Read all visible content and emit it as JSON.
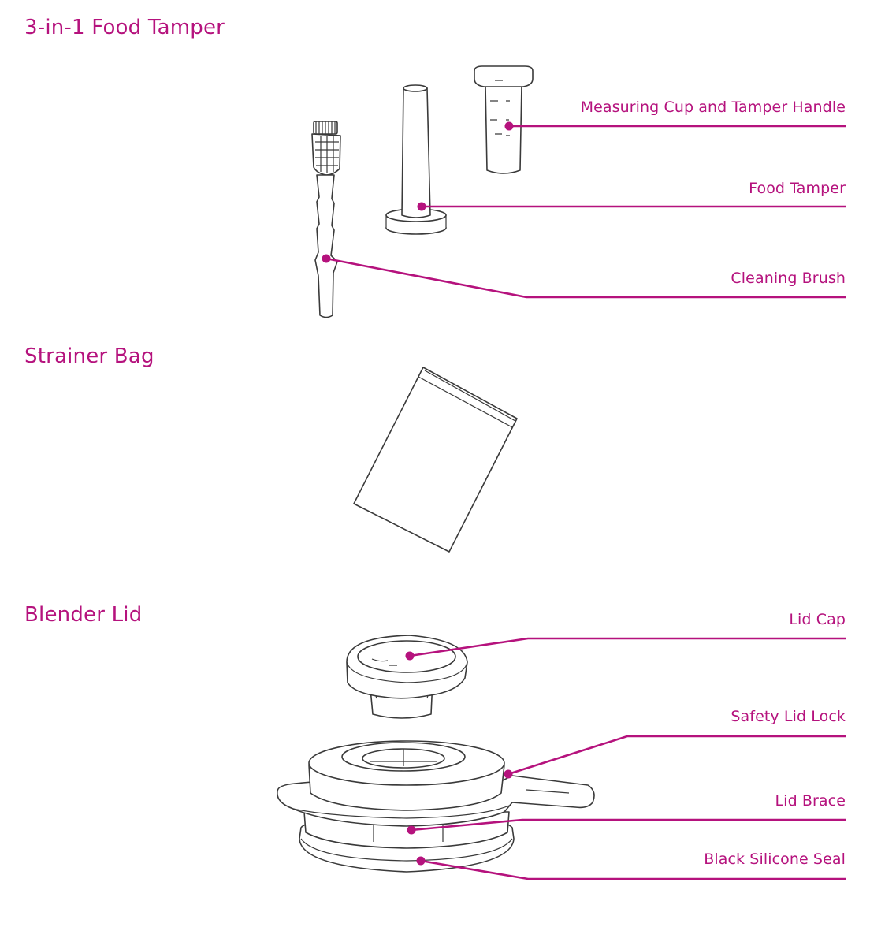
{
  "sections": {
    "food_tamper": "3-in-1 Food Tamper",
    "strainer_bag": "Strainer Bag",
    "blender_lid": "Blender Lid"
  },
  "callouts": {
    "measuring_cup": "Measuring Cup and Tamper Handle",
    "food_tamper": "Food Tamper",
    "cleaning_brush": "Cleaning Brush",
    "lid_cap": "Lid Cap",
    "safety_lid_lock": "Safety Lid Lock",
    "lid_brace": "Lid Brace",
    "silicone_seal": "Black Silicone Seal"
  },
  "colors": {
    "accent": "#b5127d",
    "line_art": "#3a3a3a"
  }
}
